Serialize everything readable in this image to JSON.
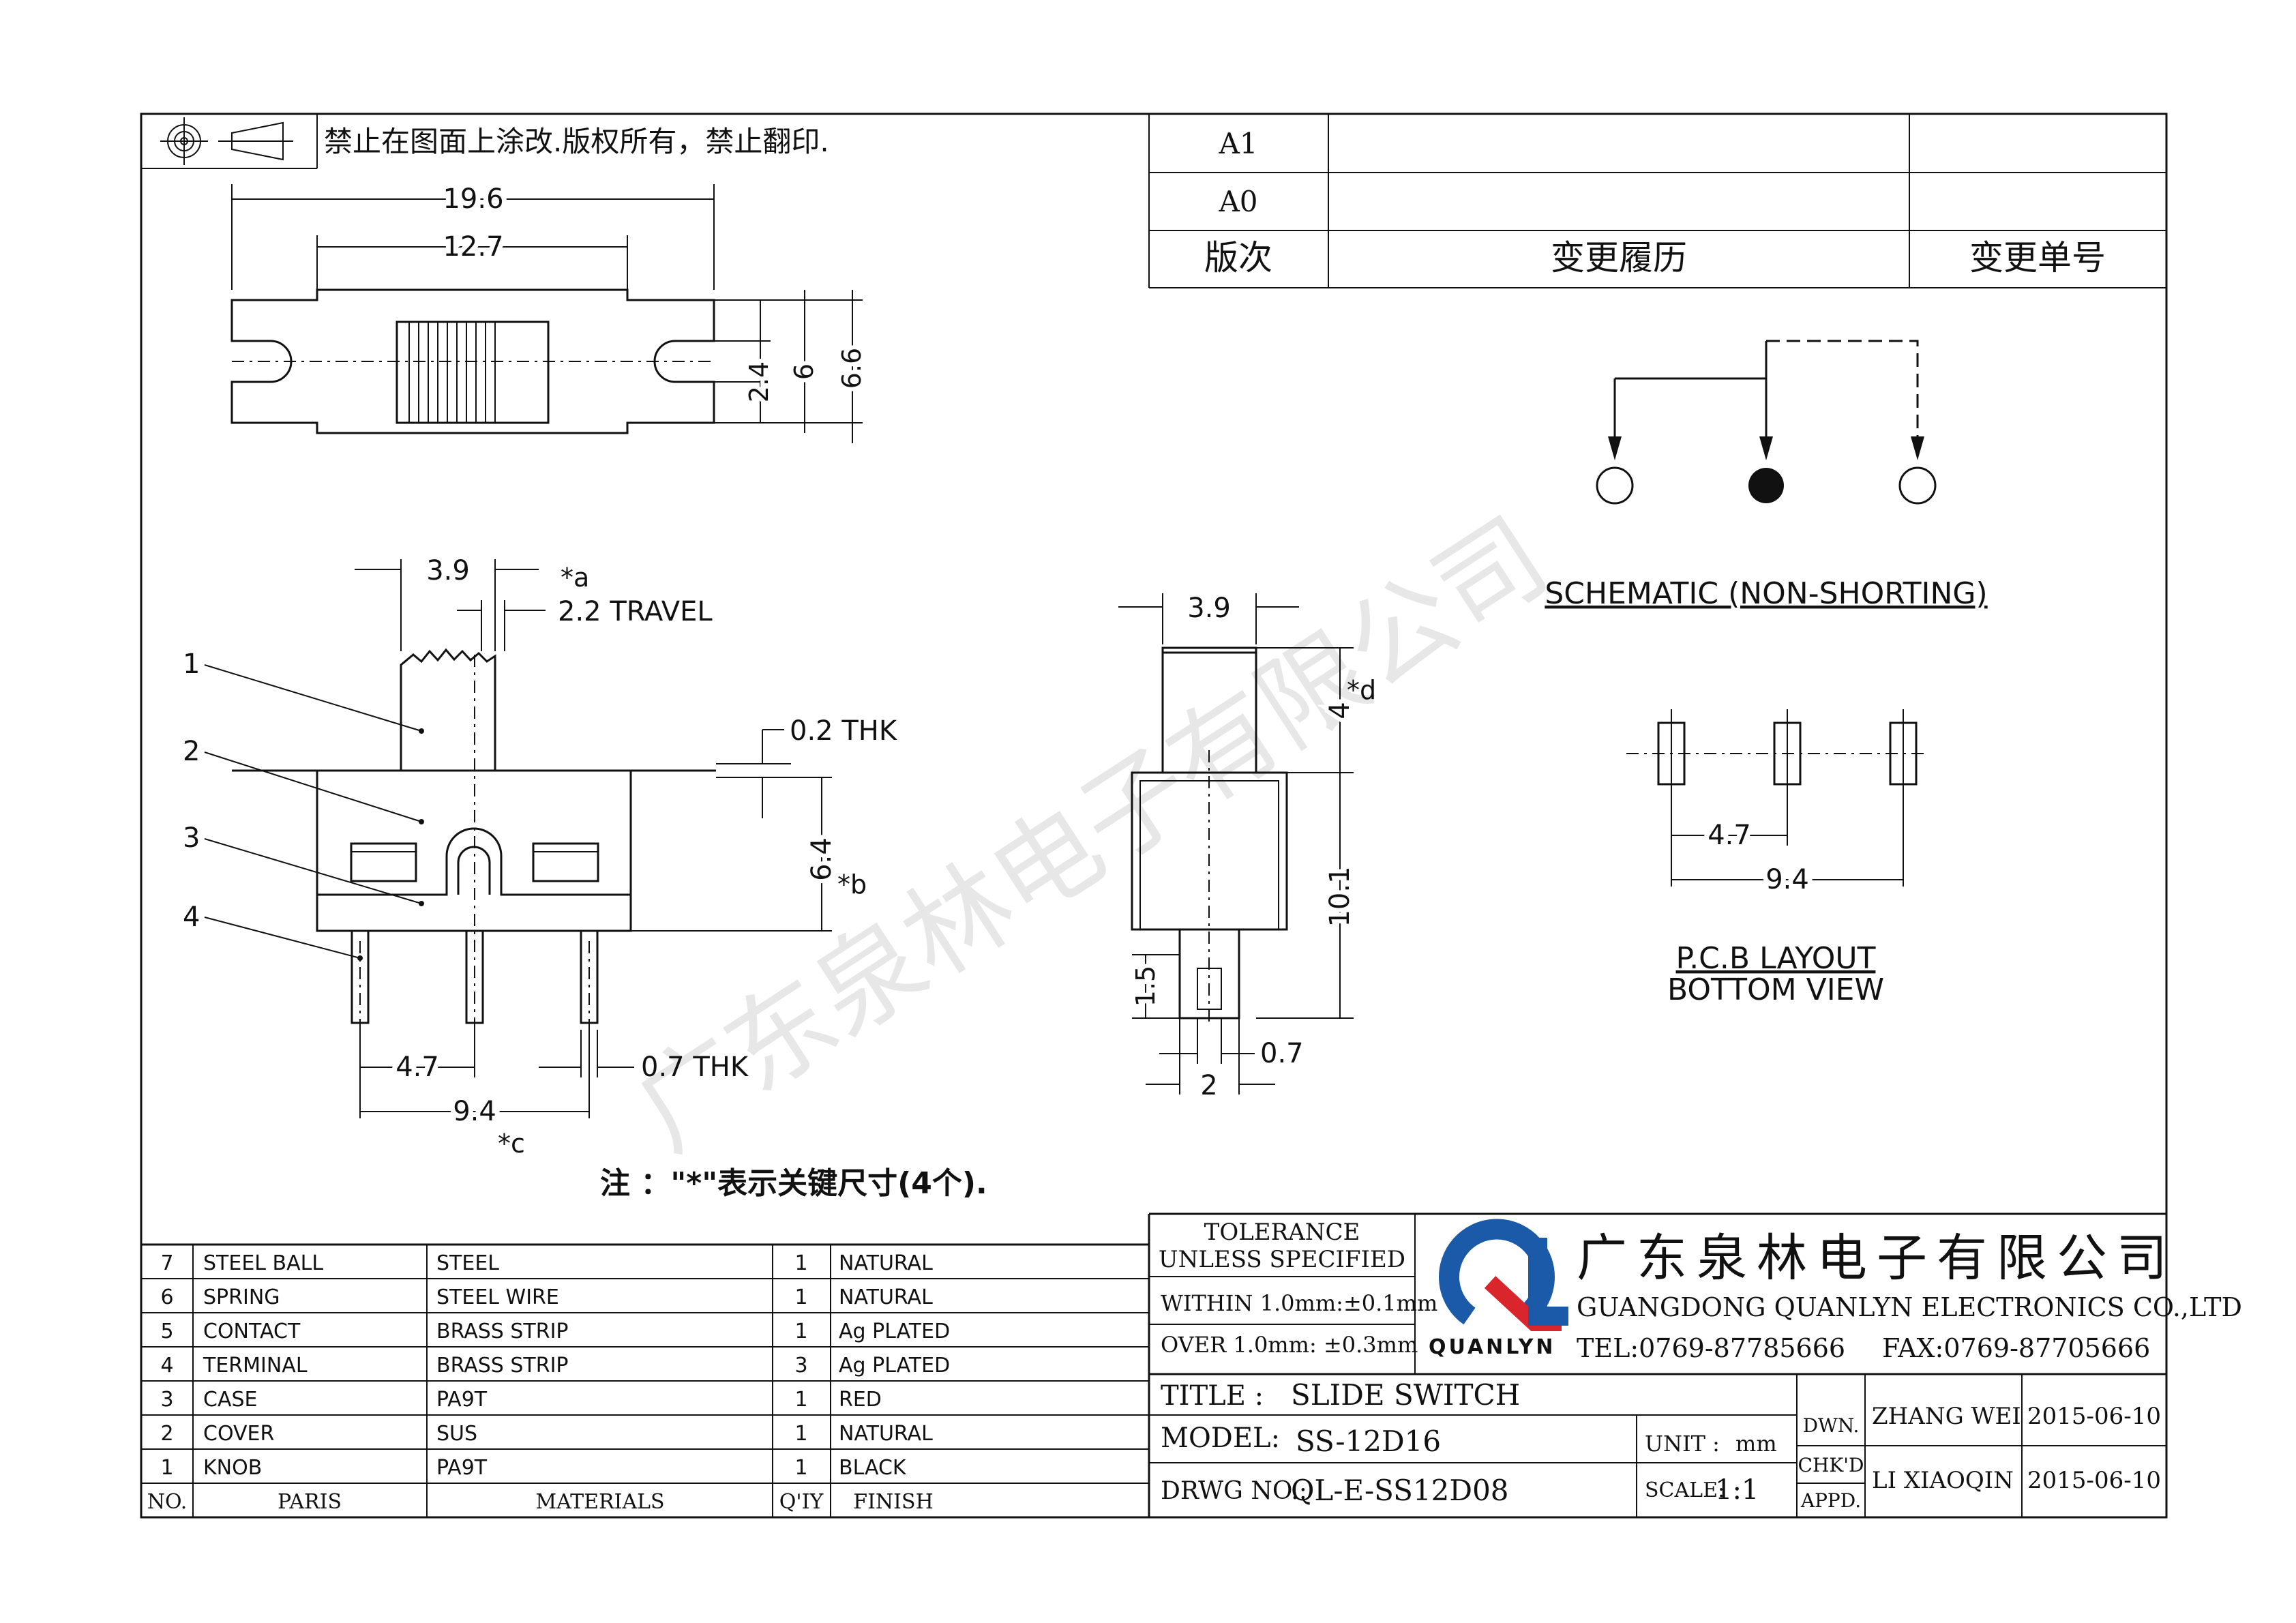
{
  "notice": "禁止在图面上涂改.版权所有，禁止翻印.",
  "revision": {
    "rows": [
      {
        "version": "A1",
        "history": "",
        "number": ""
      },
      {
        "version": "A0",
        "history": "",
        "number": ""
      }
    ],
    "headers": {
      "version": "版次",
      "history": "变更履历",
      "number": "变更单号"
    }
  },
  "dims": {
    "top_overall": "19.6",
    "top_inner": "12.7",
    "top_slot": "2.4",
    "top_body": "6",
    "top_overall_h": "6.6",
    "knob_w": "3.9",
    "star_a": "*a",
    "travel": "2.2 TRAVEL",
    "thk_top": "0.2 THK",
    "body_h": "6.4",
    "star_b": "*b",
    "pitch": "4.7",
    "span": "9.4",
    "pin_thk": "0.7 THK",
    "star_c": "*c",
    "side_knob_w": "3.9",
    "side_knob_h": "4",
    "star_d": "*d",
    "side_h": "10.1",
    "side_pin_len": "1.5",
    "side_pin_t": "0.7",
    "side_w": "2",
    "pcb_pitch": "4.7",
    "pcb_span": "9.4"
  },
  "callouts": [
    "1",
    "2",
    "3",
    "4"
  ],
  "schematic_label": "SCHEMATIC (NON-SHORTING)",
  "pcb_label_1": "P.C.B LAYOUT",
  "pcb_label_2": "BOTTOM VIEW",
  "note": "注 ：\"*\"表示关键尺寸(4个).",
  "watermark": "广东泉林电子有限公司",
  "bom": {
    "rows": [
      {
        "no": "7",
        "part": "STEEL BALL",
        "material": "STEEL",
        "qty": "1",
        "finish": "NATURAL"
      },
      {
        "no": "6",
        "part": "SPRING",
        "material": "STEEL WIRE",
        "qty": "1",
        "finish": "NATURAL"
      },
      {
        "no": "5",
        "part": "CONTACT",
        "material": "BRASS STRIP",
        "qty": "1",
        "finish": "Ag PLATED"
      },
      {
        "no": "4",
        "part": "TERMINAL",
        "material": "BRASS STRIP",
        "qty": "3",
        "finish": "Ag PLATED"
      },
      {
        "no": "3",
        "part": "CASE",
        "material": "PA9T",
        "qty": "1",
        "finish": "RED"
      },
      {
        "no": "2",
        "part": "COVER",
        "material": "SUS",
        "qty": "1",
        "finish": "NATURAL"
      },
      {
        "no": "1",
        "part": "KNOB",
        "material": "PA9T",
        "qty": "1",
        "finish": "BLACK"
      }
    ],
    "headers": {
      "no": "NO.",
      "part": "PARIS",
      "material": "MATERIALS",
      "qty": "Q'IY",
      "finish": "FINISH"
    }
  },
  "tolerance": {
    "title_1": "TOLERANCE",
    "title_2": "UNLESS SPECIFIED",
    "line_1": "WITHIN 1.0mm:±0.1mm",
    "line_2": "OVER 1.0mm:  ±0.3mm"
  },
  "company": {
    "name_cn": "广东泉林电子有限公司",
    "name_en": "GUANGDONG QUANLYN ELECTRONICS CO.,LTD",
    "tel": "TEL:0769-87785666",
    "fax": "FAX:0769-87705666",
    "logo_text": "QUANLYN"
  },
  "title_block": {
    "title_label": "TITLE :",
    "title": "SLIDE SWITCH",
    "model_label": "MODEL:",
    "model": "SS-12D16",
    "drwg_label": "DRWG NO.:",
    "drwg": "QL-E-SS12D08",
    "unit_label": "UNIT :",
    "unit": "mm",
    "scale_label": "SCALE:",
    "scale": "1:1",
    "dwn_label": "DWN.",
    "chk_label": "CHK'D",
    "appd_label": "APPD.",
    "dwn_name": "ZHANG WEI",
    "dwn_date": "2015-06-10",
    "chk_name": "LI XIAOQIN",
    "chk_date": "2015-06-10"
  },
  "colors": {
    "logo_blue": "#1a5aa8",
    "logo_red": "#d8262c"
  }
}
